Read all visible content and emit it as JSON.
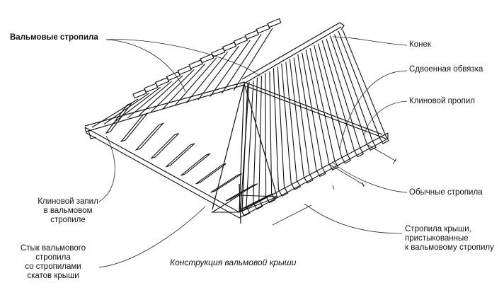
{
  "caption": "Конструкция вальмовой крыши",
  "labels": {
    "hip_rafters": "Вальмовые стропила",
    "ridge": "Конек",
    "double_plate": "Сдвоенная обвязка",
    "bird_mouth": "Клиновой пропил",
    "common_rafters": "Обычные стропила",
    "jack_rafters": [
      "Стропила крыши,",
      "пристыкованные",
      "к вальмовому стропилу"
    ],
    "hip_notch": [
      "Клиновой запил",
      "в вальмовом",
      "стропиле"
    ],
    "hip_joint": [
      "Стык вальмового",
      "стропила",
      "со стропилами",
      "скатов крыши"
    ]
  },
  "colors": {
    "ink": "#111111",
    "paper": "#ffffff"
  }
}
